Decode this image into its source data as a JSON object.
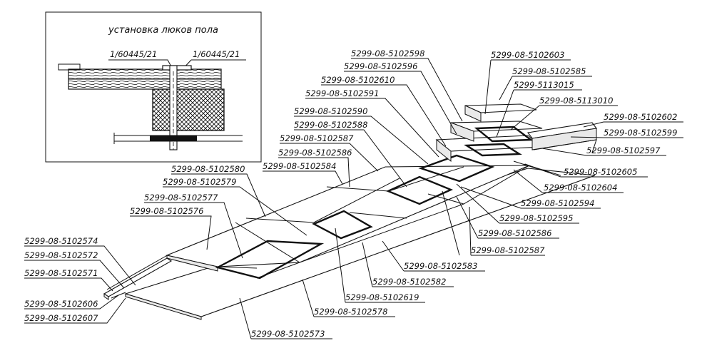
{
  "inset": {
    "title": "установка люков пола",
    "left_callout": "1/60445/21",
    "right_callout": "1/60445/21"
  },
  "part_labels": [
    "5299-08-5102598",
    "5299-08-5102596",
    "5299-08-5102610",
    "5299-08-5102591",
    "5299-08-5102590",
    "5299-08-5102588",
    "5299-08-5102587",
    "5299-08-5102586",
    "5299-08-5102584",
    "5299-08-5102580",
    "5299-08-5102579",
    "5299-08-5102577",
    "5299-08-5102576",
    "5299-08-5102574",
    "5299-08-5102572",
    "5299-08-5102571",
    "5299-08-5102606",
    "5299-08-5102607",
    "5299-08-5102603",
    "5299-08-5102585",
    "5299-5113015",
    "5299-08-5113010",
    "5299-08-5102602",
    "5299-08-5102599",
    "5299-08-5102597",
    "5299-08-5102605",
    "5299-08-5102604",
    "5299-08-5102594",
    "5299-08-5102595",
    "5299-08-5102586",
    "5299-08-5102587",
    "5299-08-5102583",
    "5299-08-5102582",
    "5299-08-5102619",
    "5299-08-5102578",
    "5299-08-5102573"
  ]
}
